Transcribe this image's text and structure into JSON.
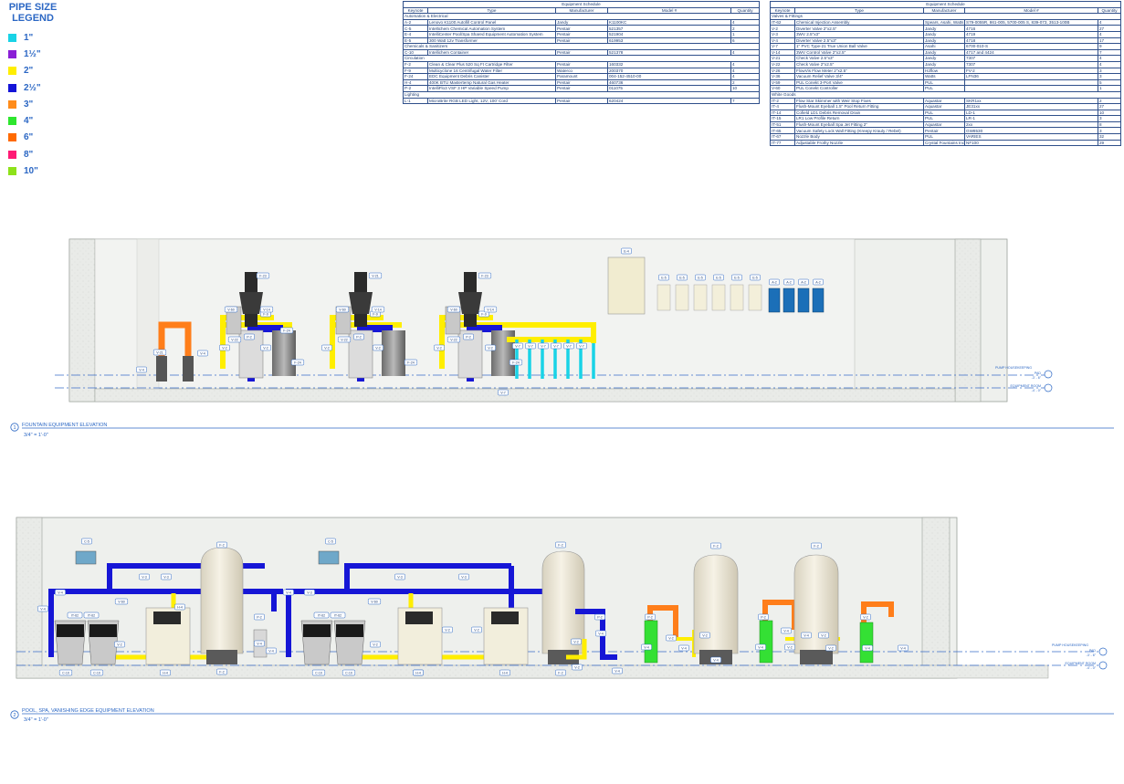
{
  "legend": {
    "title_1": "PIPE SIZE",
    "title_2": "LEGEND",
    "items": [
      {
        "label": "1\"",
        "color": "#19d3e6"
      },
      {
        "label": "1½\"",
        "color": "#8a1fd6"
      },
      {
        "label": "2\"",
        "color": "#ffee00"
      },
      {
        "label": "2½\"",
        "color": "#1414d8"
      },
      {
        "label": "3\"",
        "color": "#ff8c1a"
      },
      {
        "label": "4\"",
        "color": "#2ee62e"
      },
      {
        "label": "6\"",
        "color": "#ff6a00"
      },
      {
        "label": "8\"",
        "color": "#ff1a75"
      },
      {
        "label": "10\"",
        "color": "#8ee21a"
      }
    ]
  },
  "schedule_left": {
    "caption": "Equipment Schedule",
    "headers": [
      "Keynote",
      "Type",
      "Manufacturer",
      "Model #",
      "Quantity"
    ],
    "sections": [
      {
        "name": "Automation & Electrical",
        "rows": [
          [
            "A-2",
            "Lenovo K1100 Autofill Control Panel",
            "Jandy",
            "K1100KC",
            "4"
          ],
          [
            "C-5",
            "Intellichem Chemical Automation System",
            "Pentair",
            "521357",
            "2"
          ],
          [
            "E-4",
            "IntelliCenter Pool/Spa Shared Equipment Automation System",
            "Pentair",
            "521904",
            "1"
          ],
          [
            "E-5",
            "300 Watt 12v Transformer",
            "Pentair",
            "619953",
            "6"
          ]
        ]
      },
      {
        "name": "Chemicals & Sanitizers",
        "rows": [
          [
            "C-10",
            "Intellichem Container",
            "Pentair",
            "521378",
            "4"
          ]
        ]
      },
      {
        "name": "Circulation",
        "rows": [
          [
            "F-2",
            "Clean & Clear Plus 520 Sq Ft Cartridge Filter",
            "Pentair",
            "160332",
            "4"
          ],
          [
            "F-9",
            "Multicyclone 16 Centrifugal Water Filter",
            "Waterco",
            "200370",
            "4"
          ],
          [
            "F-24",
            "EDC Equipment Debris Canister",
            "Paramount",
            "004-152-4510-00",
            "4"
          ],
          [
            "H-4",
            "400K BTU Mastertemp Natural Gas Heater",
            "Pentair",
            "460736",
            "2"
          ],
          [
            "P-2",
            "IntelliFlo3 VSF 3 HP Variable Speed Pump",
            "Pentair",
            "011075",
            "10"
          ]
        ]
      },
      {
        "name": "Lighting",
        "rows": [
          [
            "L-1",
            "MicroBrite RGB LED Light, 12V, 100' Cord",
            "Pentair",
            "620424",
            "7"
          ]
        ]
      }
    ]
  },
  "schedule_right": {
    "caption": "Equipment Schedule",
    "headers": [
      "Keynote",
      "Type",
      "Manufacturer",
      "Model #",
      "Quantity"
    ],
    "sections": [
      {
        "name": "Valves & Fittings",
        "rows": [
          [
            "IT-62",
            "Chemical Injection Assembly",
            "Spears, Asahi, Watts",
            "S79-0055R, 861-005, 5700-005 S, 839-073, 3513-100B",
            "4"
          ],
          [
            "V-2",
            "Diverter Valve 2\"x2.5\"",
            "Jandy",
            "4716",
            "27"
          ],
          [
            "V-3",
            "3WV 2.5\"x3\"",
            "Jandy",
            "4719",
            "4"
          ],
          [
            "V-4",
            "Diverter Valve 2.5\"x3\"",
            "Jandy",
            "4718",
            "17"
          ],
          [
            "V-7",
            "1\" PVC Type-21 True Union Ball Valve",
            "Asahi",
            "6700-010-S",
            "9"
          ],
          [
            "V-14",
            "3WV Control Valve 2\"x2.5\"",
            "Jandy",
            "4717 and 4424",
            "7"
          ],
          [
            "V-21",
            "Check Valve 2.5\"x3\"",
            "Jandy",
            "7307",
            "4"
          ],
          [
            "V-22",
            "Check Valve 2\"x2.5\"",
            "Jandy",
            "7307",
            "4"
          ],
          [
            "V-26",
            "FlowVis Flow Meter 2\"x2.5\"",
            "H2flow",
            "FV-2",
            "3"
          ],
          [
            "V-36",
            "Vacuum Relief Valve 3/4\"",
            "Watts",
            "LFN36",
            "3"
          ],
          [
            "V-59",
            "PUL Conekt 3-Port Valve",
            "PUL",
            "",
            "5"
          ],
          [
            "V-60",
            "PUL Conekt Controller",
            "PUL",
            "",
            "1"
          ]
        ]
      },
      {
        "name": "White Goods",
        "rows": [
          [
            "IT-2",
            "Flow Star Skimmer with Weir Stop Fixes",
            "Aquastar",
            "SKR1xx",
            "2"
          ],
          [
            "IT-4",
            "Flush-Mount Eyeball 1.5\" Pool Return Fitting",
            "Aquastar",
            "JE31xx",
            "27"
          ],
          [
            "IT-14",
            "Cofield LD1 Debris Removal Drain",
            "PUL",
            "LD-1",
            "10"
          ],
          [
            "IT-15",
            "LR1 Low Profile Return",
            "PUL",
            "LR-1",
            "3"
          ],
          [
            "IT-51",
            "Flush-Mount Eyeball Spa Jet Fitting 2\"",
            "Aquastar",
            "2xx",
            "8"
          ],
          [
            "IT-65",
            "Vacuum Safety Lock Wall Fitting (Kreepy Krauly / Rebel)",
            "Pentair",
            "GW8530",
            "3"
          ],
          [
            "IT-67",
            "Nozzle Body",
            "PUL",
            "VARIES",
            "32"
          ],
          [
            "IT-77",
            "Adjustable Frothy Nozzle",
            "Crystal Fountains Inc.",
            "NF100",
            "29"
          ]
        ]
      }
    ]
  },
  "elevation_1": {
    "number": "1",
    "title": "FOUNTAIN EQUIPMENT ELEVATION",
    "scale": "3/4\" = 1'-0\"",
    "housekeeping_label": "PUMP HOUSEKEEPING",
    "housekeeping_pad": "PAD",
    "housekeeping_elev": "-3' - 6\"",
    "room_label": "EQUIPMENT ROOM",
    "room_elev": "-4' - 0\"",
    "tags": [
      "E-4",
      "F-23",
      "V-21",
      "F-23",
      "F-9",
      "F-9",
      "F-9",
      "V-60",
      "V-14",
      "V-60",
      "V-14",
      "V-60",
      "V-14",
      "V-22",
      "V-22",
      "V-22",
      "V-2",
      "P-2",
      "V-2",
      "V-2",
      "P-2",
      "V-2",
      "V-2",
      "P-2",
      "V-2",
      "V-21",
      "V-4",
      "F-24",
      "F-24",
      "F-24",
      "V-4",
      "V-7",
      "V-7",
      "V-7",
      "V-7",
      "V-7",
      "V-7",
      "V-7",
      "F-24",
      "E-5",
      "E-5",
      "E-5",
      "E-5",
      "E-5",
      "E-5",
      "A-2",
      "A-2",
      "A-2",
      "A-2"
    ]
  },
  "elevation_2": {
    "number": "2",
    "title": "POOL, SPA, VANISHING EDGE EQUIPMENT ELEVATION",
    "scale": "3/4\" = 1'-0\"",
    "housekeeping_label": "PUMP HOUSEKEEPING",
    "housekeeping_pad": "PAD",
    "housekeeping_elev": "-3' - 6\"",
    "room_label": "EQUIPMENT ROOM",
    "room_elev": "-4' - 0\"",
    "tags": [
      "C-5",
      "C-5",
      "F-2",
      "F-2",
      "F-2",
      "F-2",
      "F-2",
      "V-4",
      "V-3",
      "V-3",
      "V-4",
      "V-3",
      "V-3",
      "V-3",
      "V-4",
      "IT-62",
      "IT-62",
      "V-60",
      "H-4",
      "V-4",
      "IT-62",
      "IT-62",
      "V-60",
      "H-4",
      "V-2",
      "V-2",
      "P-2",
      "V-4",
      "V-2",
      "V-2",
      "V-2",
      "P-2",
      "V-4",
      "C-10",
      "C-10",
      "H-4",
      "F-2",
      "C-10",
      "C-10",
      "H-4",
      "H-4",
      "V-2",
      "V-4",
      "P-2",
      "V-4",
      "V-2",
      "V-2",
      "V-4",
      "P-2",
      "V-4",
      "V-4",
      "V-4",
      "V-2",
      "V-2",
      "V-4",
      "V-4",
      "V-2",
      "V-2",
      "V-4"
    ]
  }
}
